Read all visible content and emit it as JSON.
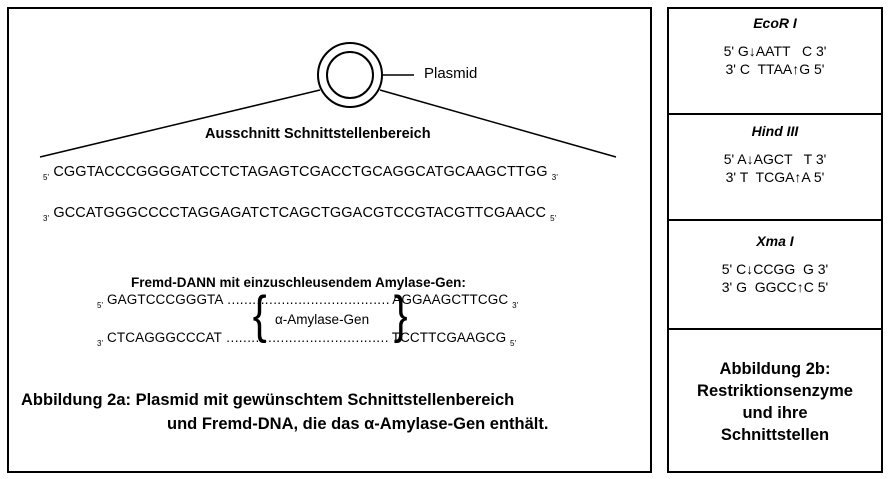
{
  "plasmid_label": "Plasmid",
  "section_title": "Ausschnitt Schnittstellenbereich",
  "plasmid_strand_top": {
    "left_end": "5'",
    "sequence": "CGGTACCCGGGGATCCTCTAGAGTCGACCTGCAGGCATGCAAGCTTGG",
    "right_end": "3'"
  },
  "plasmid_strand_bottom": {
    "left_end": "3'",
    "sequence": "GCCATGGGCCCCTAGGAGATCTCAGCTGGACGTCCGTACGTTCGAACC",
    "right_end": "5'"
  },
  "foreign_title": "Fremd-DANN mit einzuschleusendem Amylase-Gen:",
  "foreign_top": {
    "left_end": "5'",
    "left_seq": "GAGTCCCGGGTA",
    "dots": "…………………………………",
    "right_seq": "AGGAAGCTTCGC",
    "right_end": "3'"
  },
  "foreign_bottom": {
    "left_end": "3'",
    "left_seq": "CTCAGGGCCCAT",
    "dots": "…………………………………",
    "right_seq": "TCCTTCGAAGCG",
    "right_end": "5'"
  },
  "gene_label": "α-Amylase-Gen",
  "caption_a_line1": "Abbildung 2a:  Plasmid mit gewünschtem Schnittstellenbereich",
  "caption_a_line2": "und Fremd-DNA, die das α-Amylase-Gen enthält.",
  "enzymes": [
    {
      "name": "EcoR I",
      "line1": "5' G↓AATT   C 3'",
      "line2": "3' C  TTAA↑G 5'"
    },
    {
      "name": "Hind III",
      "line1": "5' A↓AGCT   T 3'",
      "line2": "3' T  TCGA↑A 5'"
    },
    {
      "name": "Xma I",
      "line1": "5' C↓CCGG  G 3'",
      "line2": "3' G  GGCC↑C 5'"
    }
  ],
  "caption_b_line1": "Abbildung 2b:",
  "caption_b_line2": "Restriktionsenzyme",
  "caption_b_line3": "und ihre",
  "caption_b_line4": "Schnittstellen"
}
